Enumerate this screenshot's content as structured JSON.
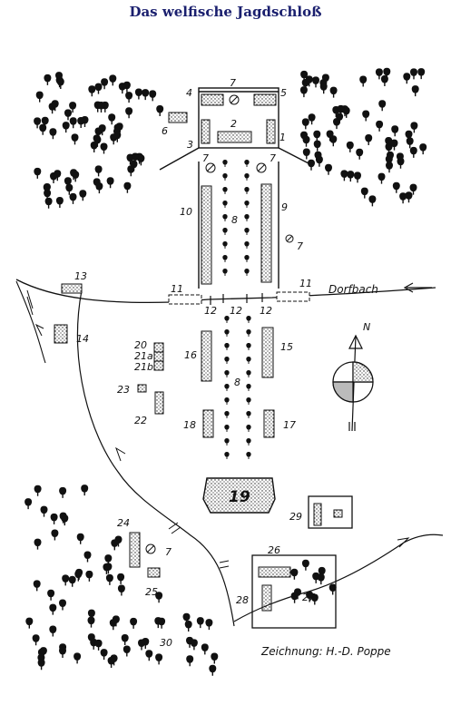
{
  "title": "Das welfische Jagdschloß",
  "labels": {
    "l1": "1",
    "l2": "2",
    "l3": "3",
    "l4": "4",
    "l5": "5",
    "l6": "6",
    "l7": "7",
    "l8": "8",
    "l9": "9",
    "l10": "10",
    "l11": "11",
    "l12": "12",
    "l13": "13",
    "l14": "14",
    "l15": "15",
    "l16": "16",
    "l17": "17",
    "l18": "18",
    "l19": "19",
    "l20": "20",
    "l21a": "21a",
    "l21b": "21b",
    "l22": "22",
    "l23": "23",
    "l24": "24",
    "l25": "25",
    "l26": "26",
    "l27": "27",
    "l28": "28",
    "l29": "29",
    "l30": "30"
  },
  "north": "N",
  "stream": "Dorfbach",
  "credit": "Zeichnung: H.-D. Poppe"
}
